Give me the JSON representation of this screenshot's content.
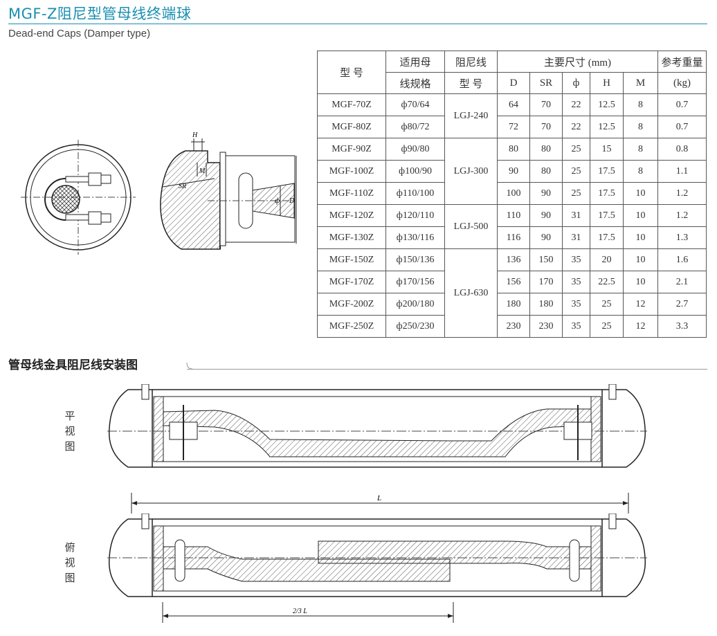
{
  "header": {
    "title": "MGF-Z阻尼型管母线终端球",
    "subtitle": "Dead-end Caps (Damper type)"
  },
  "table": {
    "headers": {
      "model": "型  号",
      "bus_spec_line1": "适用母",
      "bus_spec_line2": "线规格",
      "damper_line1": "阻尼线",
      "damper_line2": "型  号",
      "dims": "主要尺寸 (mm)",
      "weight_line1": "参考重量",
      "weight_line2": "(kg)",
      "D": "D",
      "SR": "SR",
      "phi": "ф",
      "H": "H",
      "M": "M"
    },
    "rows": [
      {
        "model": "MGF-70Z",
        "spec": "ф70/64",
        "D": "64",
        "SR": "70",
        "phi": "22",
        "H": "12.5",
        "M": "8",
        "weight": "0.7"
      },
      {
        "model": "MGF-80Z",
        "spec": "ф80/72",
        "D": "72",
        "SR": "70",
        "phi": "22",
        "H": "12.5",
        "M": "8",
        "weight": "0.7"
      },
      {
        "model": "MGF-90Z",
        "spec": "ф90/80",
        "D": "80",
        "SR": "80",
        "phi": "25",
        "H": "15",
        "M": "8",
        "weight": "0.8"
      },
      {
        "model": "MGF-100Z",
        "spec": "ф100/90",
        "D": "90",
        "SR": "80",
        "phi": "25",
        "H": "17.5",
        "M": "8",
        "weight": "1.1"
      },
      {
        "model": "MGF-110Z",
        "spec": "ф110/100",
        "D": "100",
        "SR": "90",
        "phi": "25",
        "H": "17.5",
        "M": "10",
        "weight": "1.2"
      },
      {
        "model": "MGF-120Z",
        "spec": "ф120/110",
        "D": "110",
        "SR": "90",
        "phi": "31",
        "H": "17.5",
        "M": "10",
        "weight": "1.2"
      },
      {
        "model": "MGF-130Z",
        "spec": "ф130/116",
        "D": "116",
        "SR": "90",
        "phi": "31",
        "H": "17.5",
        "M": "10",
        "weight": "1.3"
      },
      {
        "model": "MGF-150Z",
        "spec": "ф150/136",
        "D": "136",
        "SR": "150",
        "phi": "35",
        "H": "20",
        "M": "10",
        "weight": "1.6"
      },
      {
        "model": "MGF-170Z",
        "spec": "ф170/156",
        "D": "156",
        "SR": "170",
        "phi": "35",
        "H": "22.5",
        "M": "10",
        "weight": "2.1"
      },
      {
        "model": "MGF-200Z",
        "spec": "ф200/180",
        "D": "180",
        "SR": "180",
        "phi": "35",
        "H": "25",
        "M": "12",
        "weight": "2.7"
      },
      {
        "model": "MGF-250Z",
        "spec": "ф250/230",
        "D": "230",
        "SR": "230",
        "phi": "35",
        "H": "25",
        "M": "12",
        "weight": "3.3"
      }
    ],
    "damper_groups": [
      "LGJ-240",
      "LGJ-300",
      "LGJ-500",
      "LGJ-630"
    ]
  },
  "drawing_labels": {
    "H": "H",
    "M": "M",
    "SR": "SR",
    "phi": "ф",
    "D": "D",
    "L": "L",
    "two_thirds_L": "2/3 L"
  },
  "installation": {
    "section_title": "管母线金具阻尼线安装图",
    "plan_view": [
      "平",
      "视",
      "图"
    ],
    "top_view": [
      "俯",
      "视",
      "图"
    ]
  }
}
